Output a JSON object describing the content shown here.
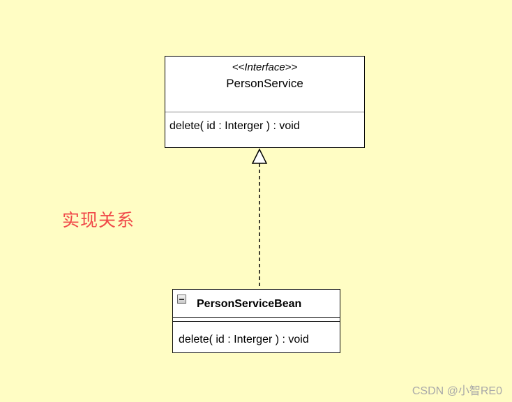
{
  "interface_box": {
    "stereotype": "<<Interface>>",
    "name": "PersonService",
    "operation": "delete( id : Interger )  : void"
  },
  "class_box": {
    "name": "PersonServiceBean",
    "operation": "delete( id : Interger )  : void"
  },
  "relation_label": "实现关系",
  "watermark": "CSDN @小智RE0",
  "colors": {
    "background": "#fffdc4",
    "relation_label": "#f04a4a",
    "watermark": "#a9a9a9"
  }
}
